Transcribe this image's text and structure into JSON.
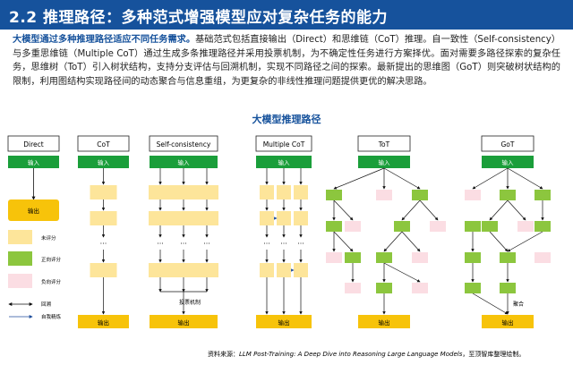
{
  "header": {
    "title": "2.2 推理路径：多种范式增强模型应对复杂任务的能力"
  },
  "intro": {
    "lead": "大模型通过多种推理路径适应不同任务需求。",
    "body": "基础范式包括直接输出（Direct）和思维链（CoT）推理。自一致性（Self-consistency）与多重思维链（Multiple CoT）通过生成多条推理路径并采用投票机制，为不确定性任务进行方案择优。面对需要多路径探索的复杂任务，思维树（ToT）引入树状结构，支持分支评估与回溯机制，实现不同路径之间的探索。最新提出的思维图（GoT）则突破树状结构的限制，利用图结构实现路径间的动态聚合与信息重组，为更复杂的非线性推理问题提供更优的解决思路。"
  },
  "diagram": {
    "title": "大模型推理路径",
    "columns": {
      "direct": "Direct",
      "cot": "CoT",
      "sc": "Self-consistency",
      "mcot": "Multiple CoT",
      "tot": "ToT",
      "got": "GoT"
    },
    "input_label": "输入",
    "output_label": "输出",
    "ellipsis": "···",
    "vote_label": "投票机制",
    "aggregate_label": "聚合",
    "legend": {
      "unscored": "未评分",
      "positive": "正向评分",
      "negative": "负向评分",
      "backtrack": "回溯",
      "self_refine": "自我精炼"
    },
    "colors": {
      "title_bar": "#16529c",
      "io_green": "#1a9e3a",
      "output_yellow": "#f7c30a",
      "unscored": "#fde59a",
      "positive": "#8cc63e",
      "negative": "#fbdde3"
    }
  },
  "source": {
    "prefix": "资料来源：",
    "citation": "LLM Post-Training: A Deep Dive into Reasoning Large Language Models",
    "suffix": "，至顶智库整理绘制。"
  }
}
